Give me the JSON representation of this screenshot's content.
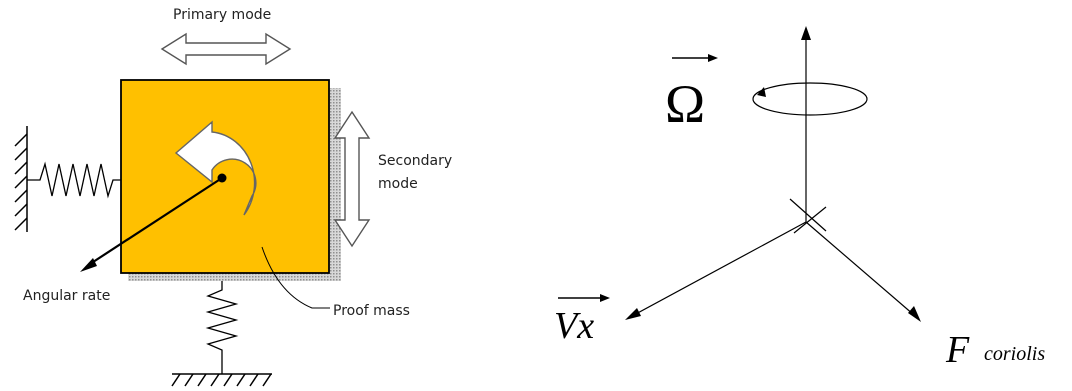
{
  "gyroscope": {
    "primary_mode_label": "Primary mode",
    "secondary_mode_label_line1": "Secondary",
    "secondary_mode_label_line2": "mode",
    "angular_rate_label": "Angular rate",
    "proof_mass_label": "Proof mass",
    "colors": {
      "proof_mass_fill": "#FFC000",
      "outline": "#000000",
      "shadow": "#B5B5B5",
      "arrow_outline": "#555555"
    }
  },
  "coriolis_axes": {
    "omega_symbol": "Ω",
    "velocity_label": "Vx",
    "force_label": "F",
    "force_subscript": "coriolis"
  }
}
